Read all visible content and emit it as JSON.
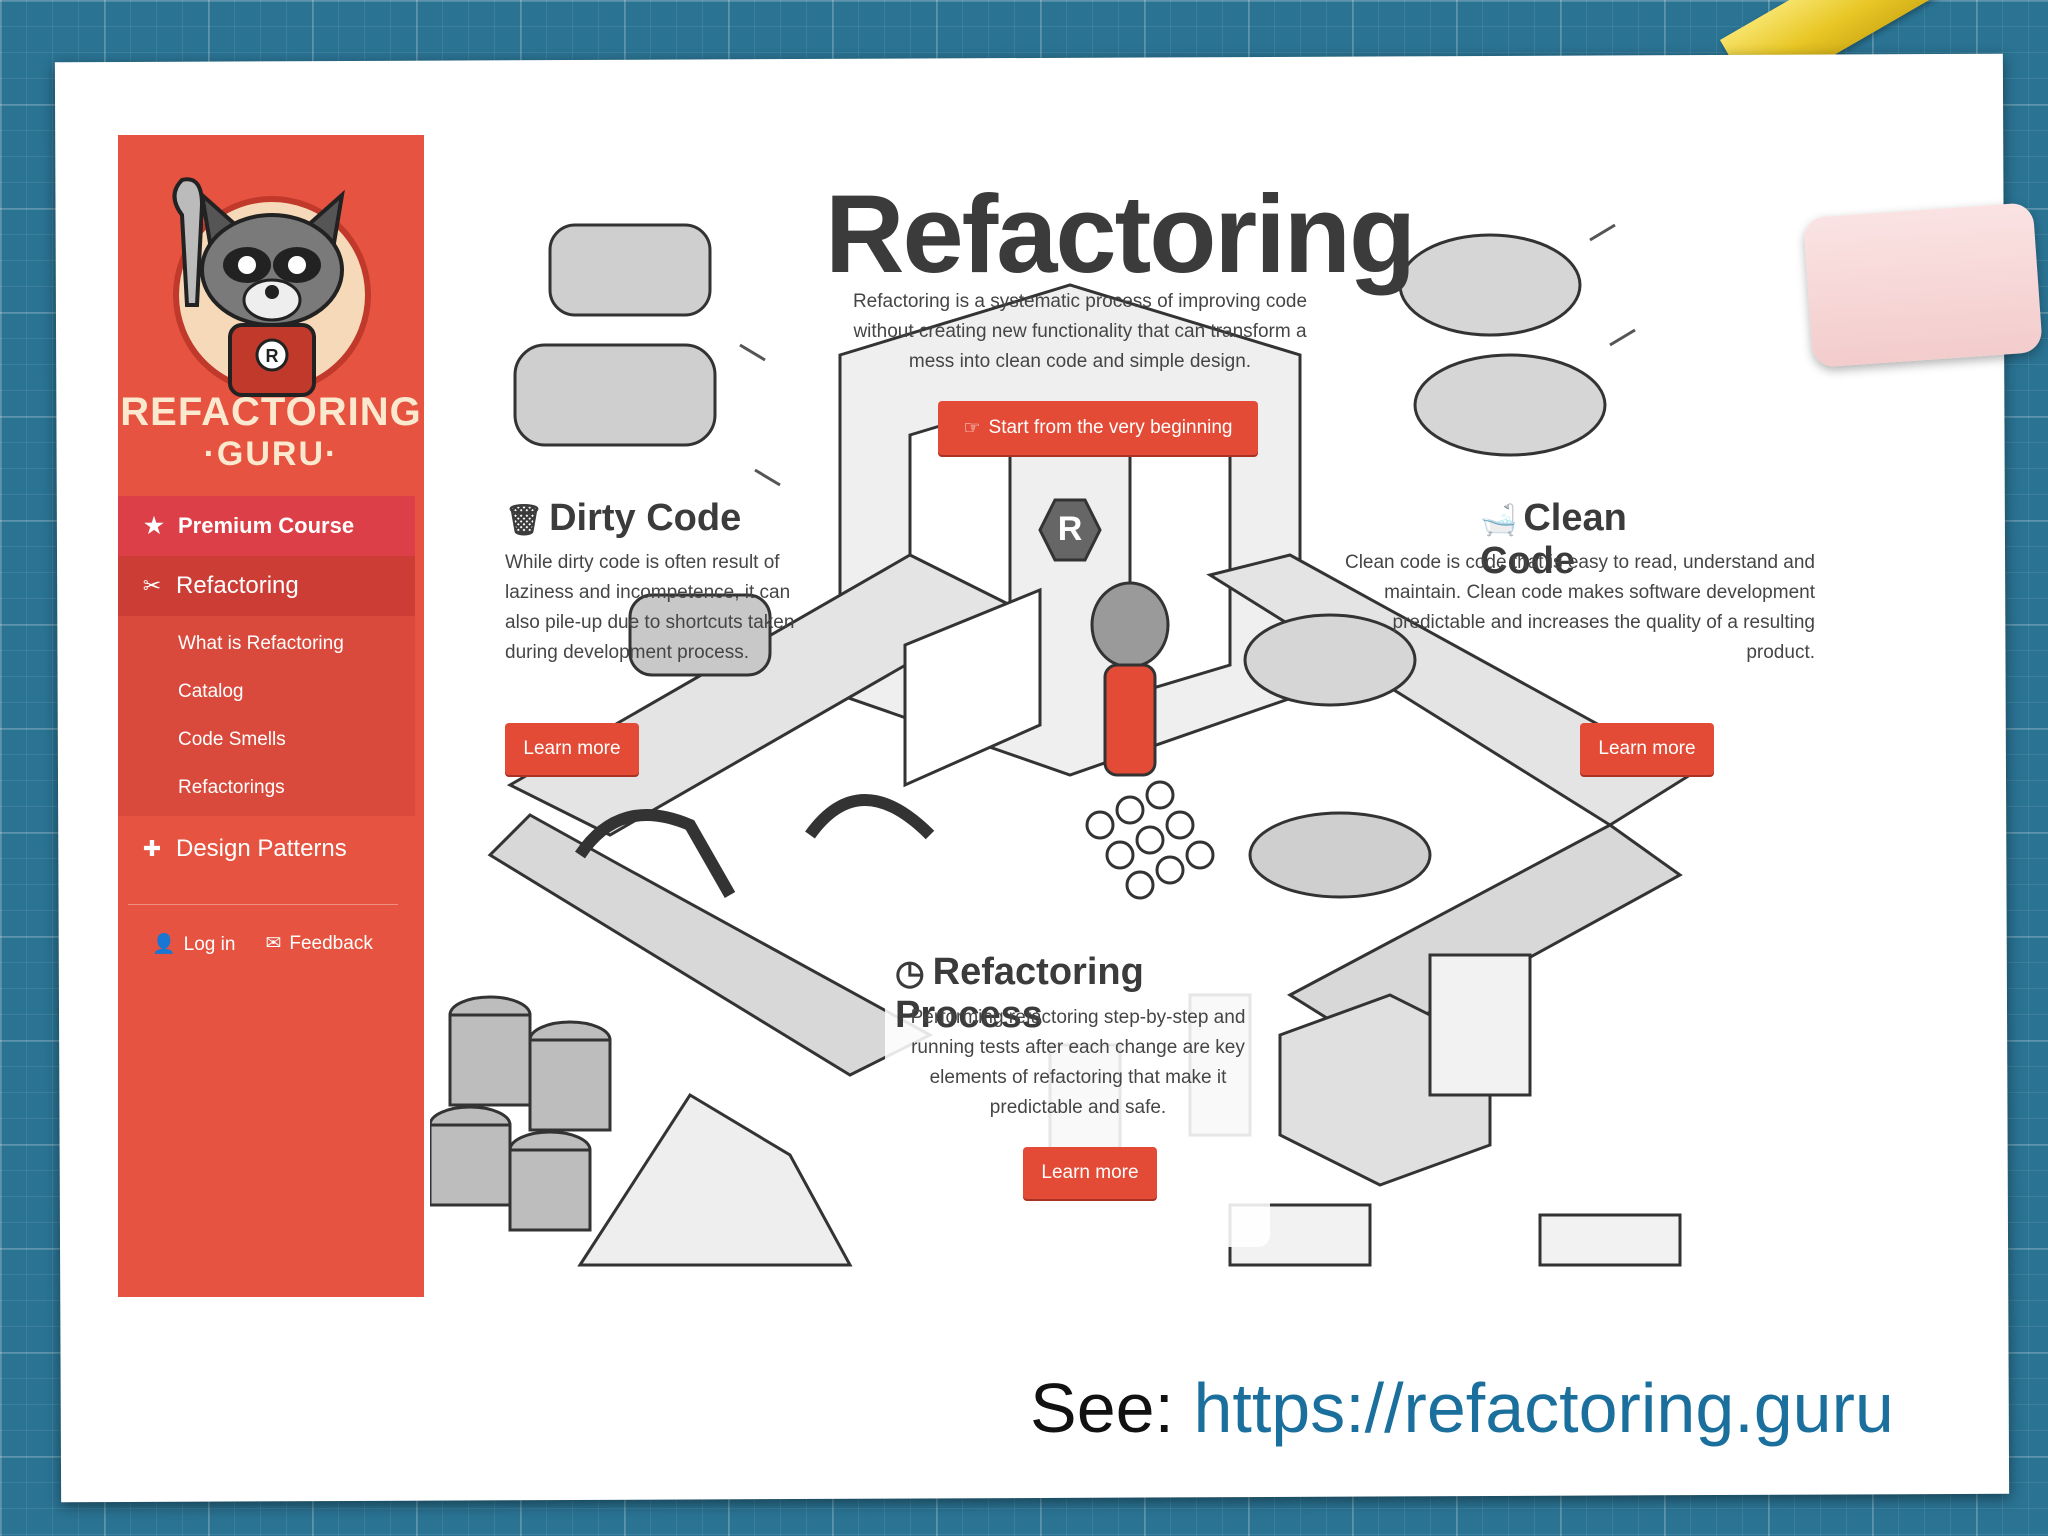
{
  "sidebar": {
    "brand_line1": "REFACTORING",
    "brand_line2": "·GURU·",
    "premium": "Premium Course",
    "refactoring": "Refactoring",
    "sub_items": [
      "What is Refactoring",
      "Catalog",
      "Code Smells",
      "Refactorings"
    ],
    "design_patterns": "Design Patterns",
    "login": "Log in",
    "feedback": "Feedback"
  },
  "hero": {
    "title": "Refactoring",
    "intro": "Refactoring is a systematic process of improving code without creating new functionality that can transform a mess into clean code and simple design.",
    "start_button": "Start from the very beginning"
  },
  "dirty": {
    "title": "Dirty Code",
    "text": "While dirty code is often result of laziness and incompetence, it can also pile-up due to shortcuts taken during development process.",
    "button": "Learn more"
  },
  "clean": {
    "title": "Clean Code",
    "text": "Clean code is code that is easy to read, understand and maintain. Clean code makes software development predictable and increases the quality of a resulting product.",
    "button": "Learn more"
  },
  "process": {
    "title": "Refactoring Process",
    "text": "Performing refactoring step-by-step and running tests after each change are key elements of refactoring that make it predictable and safe.",
    "button": "Learn more"
  },
  "caption": {
    "prefix": "See: ",
    "link": "https://refactoring.guru"
  },
  "colors": {
    "sidebar": "#e65340",
    "premium_bg": "#dd3f48",
    "button": "#e34b37",
    "link": "#1a6f9d",
    "board": "#2a7393"
  },
  "icons": {
    "premium": "star-icon",
    "refactoring": "scissors-icon",
    "design_patterns": "puzzle-icon",
    "login": "user-icon",
    "feedback": "envelope-icon",
    "dirty": "trash-icon",
    "clean": "bathtub-icon",
    "process": "clock-icon",
    "start": "pointing-hand-icon"
  }
}
